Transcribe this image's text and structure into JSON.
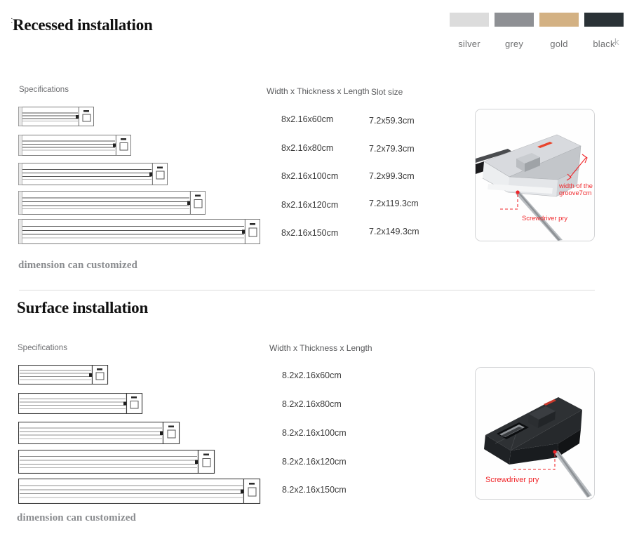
{
  "swatches": {
    "items": [
      {
        "label": "silver",
        "color": "#dcdcdc"
      },
      {
        "label": "grey",
        "color": "#8e9094"
      },
      {
        "label": "gold",
        "color": "#d3b183"
      },
      {
        "label": "black",
        "color": "#2a3236"
      }
    ],
    "clipped_label": "k"
  },
  "recessed": {
    "title": "Recessed installation",
    "headers": {
      "specifications": "Specifications",
      "size": "Width x Thickness x Length",
      "slot": "Slot size"
    },
    "rows": [
      {
        "size": "8x2.16x60cm",
        "slot": "7.2x59.3cm",
        "bar_len": 108
      },
      {
        "size": "8x2.16x80cm",
        "slot": "7.2x79.3cm",
        "bar_len": 137
      },
      {
        "size": "8x2.16x100cm",
        "slot": "7.2x99.3cm",
        "bar_len": 188
      },
      {
        "size": "8x2.16x120cm",
        "slot": "7.2x119.3cm",
        "bar_len": 240
      },
      {
        "size": "8x2.16x150cm",
        "slot": "7.2x149.3cm",
        "bar_len": 318
      }
    ],
    "note": "dimension can customized",
    "photo": {
      "annotation_groove_line1": "width of the",
      "annotation_groove_line2": "groove7cm",
      "annotation_pry": "Screwdriver pry"
    }
  },
  "surface": {
    "title": "Surface installation",
    "headers": {
      "specifications": "Specifications",
      "size": "Width x Thickness x Length"
    },
    "rows": [
      {
        "size": "8.2x2.16x60cm",
        "bar_len": 110
      },
      {
        "size": "8.2x2.16x80cm",
        "bar_len": 155
      },
      {
        "size": "8.2x2.16x100cm",
        "bar_len": 205
      },
      {
        "size": "8.2x2.16x120cm",
        "bar_len": 250
      },
      {
        "size": "8.2x2.16x150cm",
        "bar_len": 315
      }
    ],
    "note": "dimension can customized",
    "photo": {
      "annotation_pry": "Screwdriver pry"
    }
  }
}
